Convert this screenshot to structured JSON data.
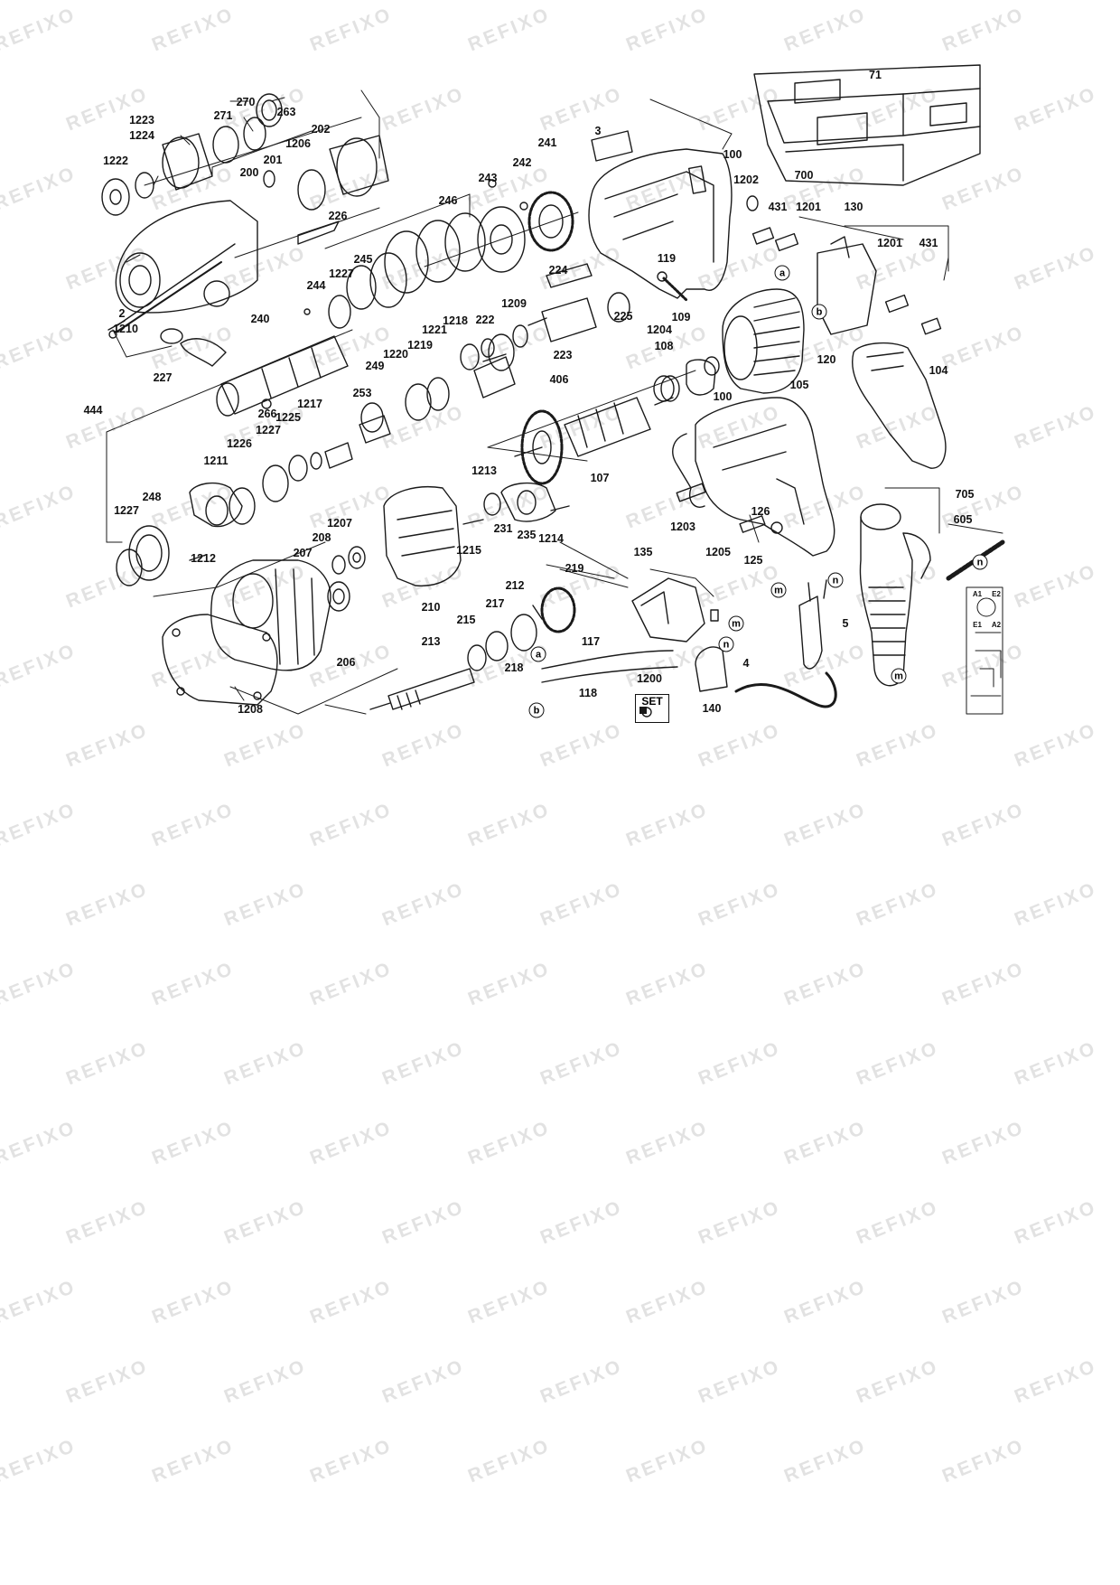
{
  "watermark": "REFIXO",
  "set_box": {
    "text": "SET"
  },
  "parts": [
    "71",
    "700",
    "270",
    "263",
    "271",
    "1223",
    "1224",
    "202",
    "1206",
    "1222",
    "201",
    "200",
    "226",
    "241",
    "242",
    "243",
    "246",
    "3",
    "100",
    "1202",
    "431",
    "1201",
    "130",
    "1201",
    "431",
    "245",
    "1227",
    "244",
    "2",
    "1210",
    "240",
    "227",
    "1218",
    "1221",
    "222",
    "1209",
    "224",
    "119",
    "225",
    "223",
    "109",
    "1204",
    "108",
    "1220",
    "1219",
    "249",
    "253",
    "266",
    "444",
    "1225",
    "1217",
    "1227",
    "1226",
    "1211",
    "248",
    "1227",
    "1212",
    "406",
    "100",
    "105",
    "120",
    "104",
    "1213",
    "107",
    "231",
    "235",
    "1203",
    "126",
    "125",
    "1207",
    "208",
    "207",
    "1215",
    "210",
    "206",
    "1214",
    "219",
    "212",
    "217",
    "215",
    "213",
    "218",
    "117",
    "118",
    "135",
    "1205",
    "5",
    "4",
    "1200",
    "140",
    "1208",
    "705",
    "605"
  ],
  "circle_markers": [
    "a",
    "b",
    "a",
    "b",
    "m",
    "n",
    "m",
    "n",
    "m",
    "n"
  ],
  "schematic_labels": [
    "A1",
    "E2",
    "E1",
    "A2"
  ]
}
